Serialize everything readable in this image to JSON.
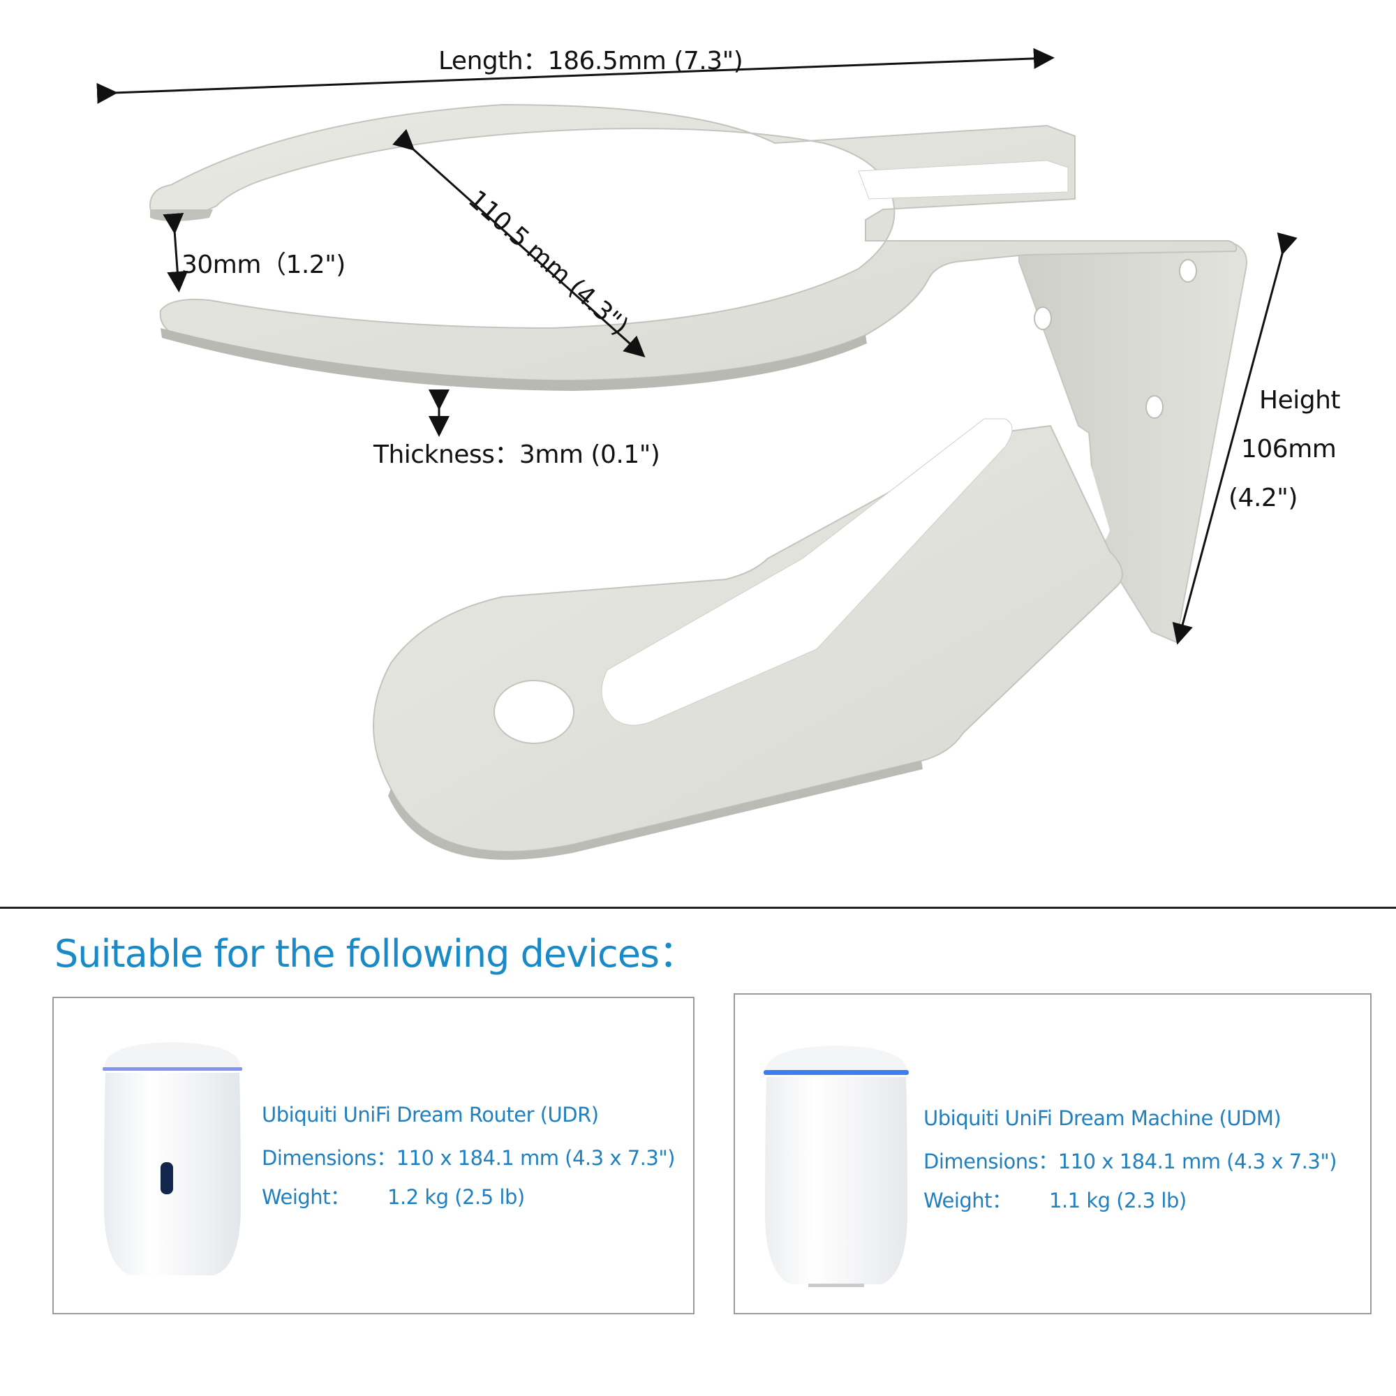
{
  "bracket": {
    "length_label": "Length：186.5mm (7.3\")",
    "gap_label": "30mm（1.2\")",
    "diameter_label": "110.5 mm (4.3\")",
    "thickness_label": "Thickness：3mm (0.1\")",
    "height_label_line1": "Height",
    "height_label_line2": "106mm",
    "height_label_line3": "(4.2\")"
  },
  "compatible": {
    "heading": "Suitable for the following devices：",
    "accent_color": "#1a8ac6",
    "devices": [
      {
        "name": "Ubiquiti UniFi Dream Router (UDR)",
        "dimensions_label": "Dimensions：",
        "dimensions_value": "110 x 184.1 mm (4.3 x 7.3\")",
        "weight_label": "Weight：",
        "weight_value": "1.2 kg (2.5 lb)",
        "led_color": "#6a7ff0"
      },
      {
        "name": "Ubiquiti UniFi Dream Machine (UDM)",
        "dimensions_label": "Dimensions：",
        "dimensions_value": "110 x 184.1 mm (4.3 x 7.3\")",
        "weight_label": "Weight：",
        "weight_value": "1.1 kg (2.3 lb)",
        "led_color": "#3a7ef0"
      }
    ]
  }
}
